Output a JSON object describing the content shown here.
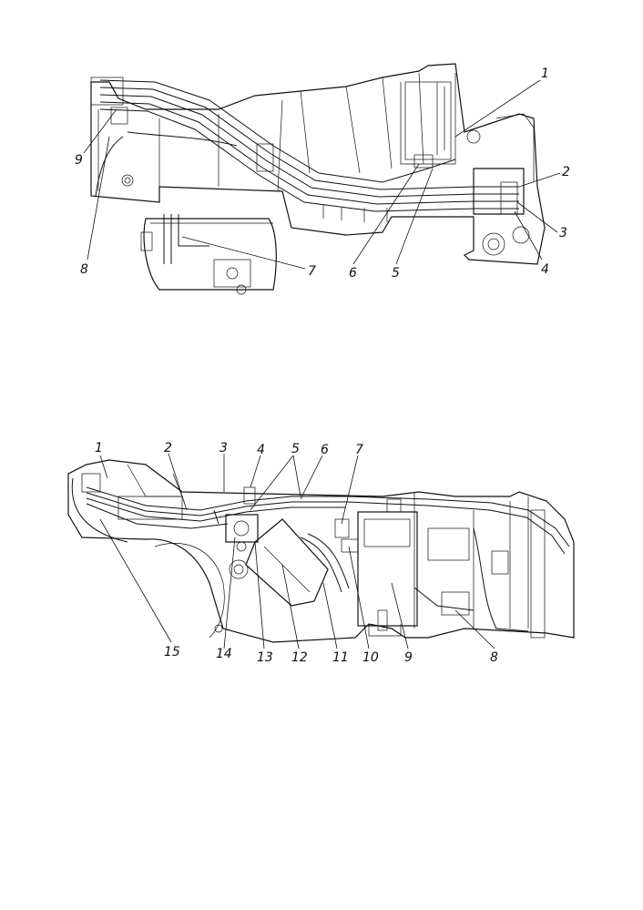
{
  "figure_top": {
    "callouts": [
      "1",
      "2",
      "3",
      "4",
      "5",
      "6",
      "7",
      "8",
      "9"
    ]
  },
  "figure_bottom": {
    "callouts": [
      "1",
      "2",
      "3",
      "4",
      "5",
      "6",
      "7",
      "8",
      "9",
      "10",
      "11",
      "12",
      "13",
      "14",
      "15"
    ]
  }
}
